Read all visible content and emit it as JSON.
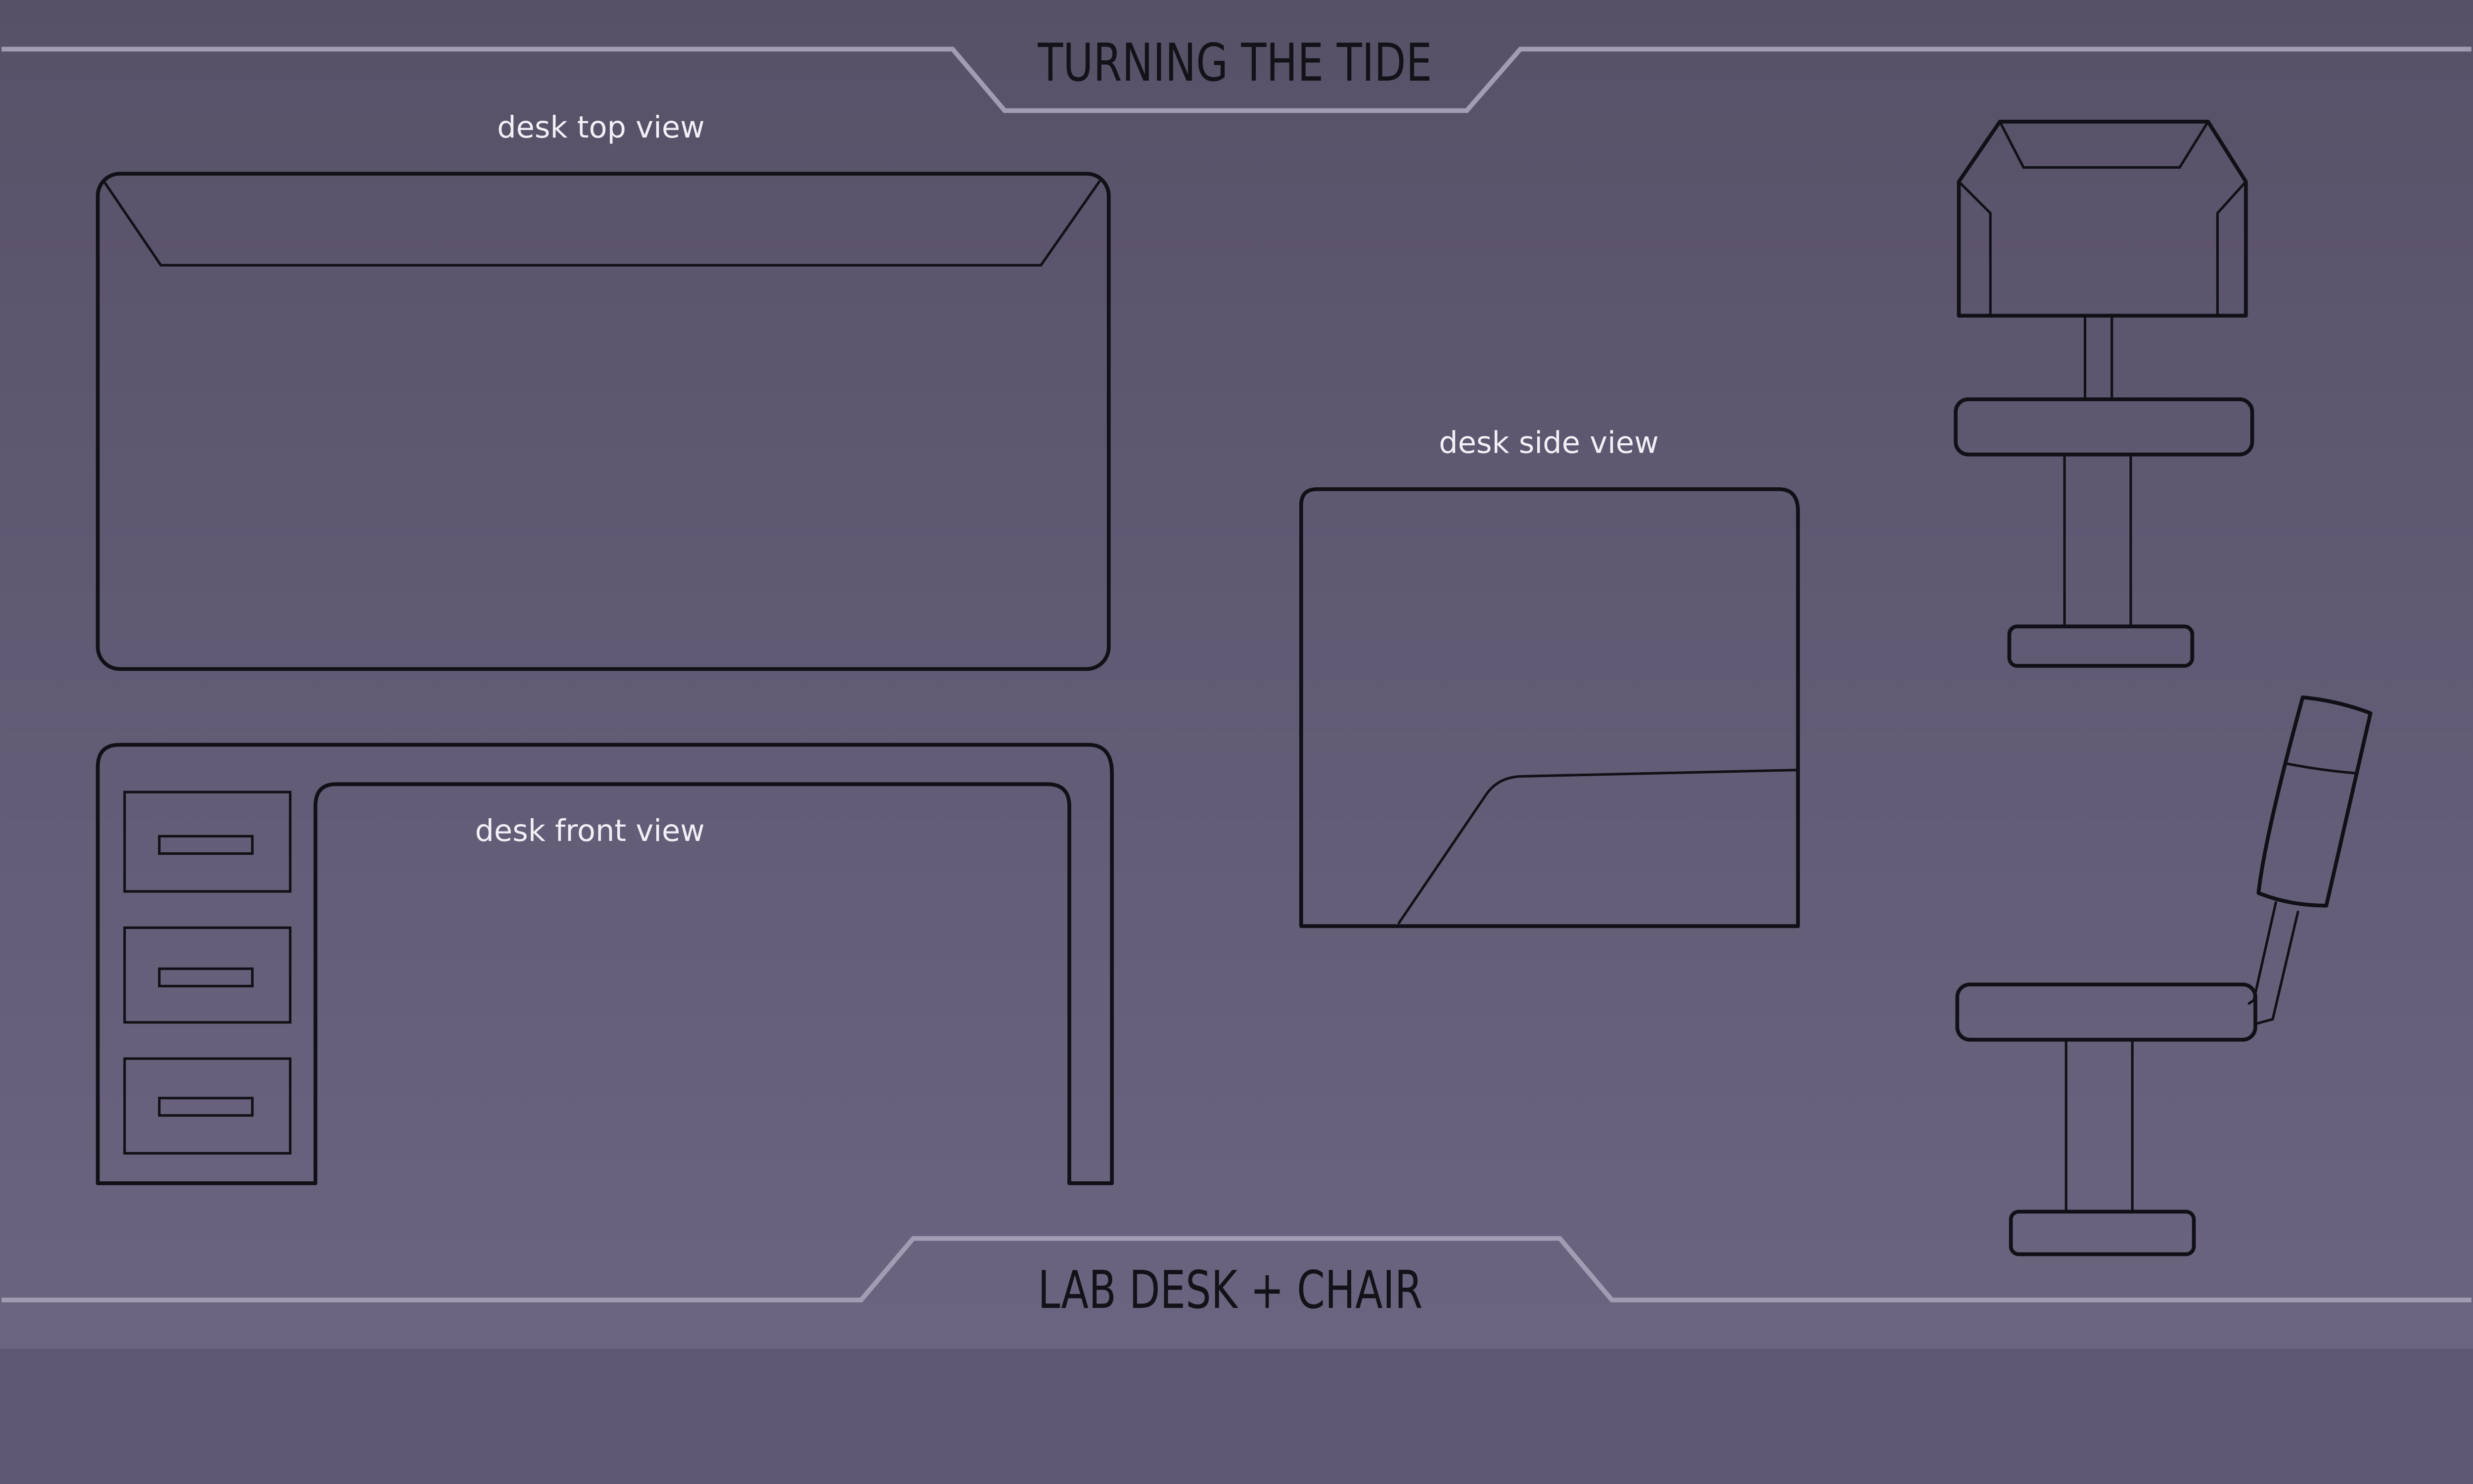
{
  "header": {
    "title": "TURNING THE TIDE"
  },
  "footer": {
    "subtitle": "LAB DESK + CHAIR"
  },
  "labels": {
    "desk_top": "desk top view",
    "desk_side": "desk side view",
    "desk_front": "desk front view"
  },
  "colors": {
    "background_top": "#575168",
    "background_bottom": "#6b6480",
    "frame_line": "#a19cb3",
    "ink": "#111016",
    "label_text": "#f2f0f6"
  }
}
